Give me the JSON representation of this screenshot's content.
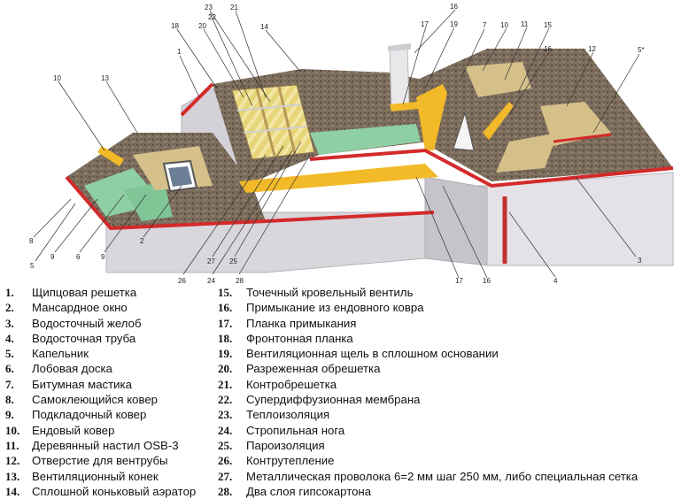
{
  "callouts": [
    "1",
    "2",
    "3",
    "4",
    "5",
    "5*",
    "6",
    "7",
    "8",
    "9",
    "9",
    "10",
    "10",
    "11",
    "12",
    "13",
    "14",
    "15",
    "16",
    "16",
    "16",
    "17",
    "17",
    "18",
    "19",
    "20",
    "21",
    "22",
    "23",
    "24",
    "25",
    "26",
    "27",
    "28"
  ],
  "legend_left": [
    {
      "num": "1.",
      "label": "Щипцовая решетка"
    },
    {
      "num": "2.",
      "label": "Мансардное окно"
    },
    {
      "num": "3.",
      "label": "Водосточный желоб"
    },
    {
      "num": "4.",
      "label": "Водосточная труба"
    },
    {
      "num": "5.",
      "label": "Капельник"
    },
    {
      "num": "6.",
      "label": "Лобовая доска"
    },
    {
      "num": "7.",
      "label": "Битумная мастика"
    },
    {
      "num": "8.",
      "label": "Самоклеющийся ковер"
    },
    {
      "num": "9.",
      "label": "Подкладочный ковер"
    },
    {
      "num": "10.",
      "label": "Ендовый ковер"
    },
    {
      "num": "11.",
      "label": "Деревянный настил OSB-3"
    },
    {
      "num": "12.",
      "label": "Отверстие для вентрубы"
    },
    {
      "num": "13.",
      "label": "Вентиляционный конек"
    },
    {
      "num": "14.",
      "label": "Сплошной коньковый аэратор"
    }
  ],
  "legend_right": [
    {
      "num": "15.",
      "label": "Точечный кровельный вентиль"
    },
    {
      "num": "16.",
      "label": "Примыкание из ендовного ковра"
    },
    {
      "num": "17.",
      "label": "Планка примыкания"
    },
    {
      "num": "18.",
      "label": "Фронтонная планка"
    },
    {
      "num": "19.",
      "label": "Вентиляционная щель в сплошном основании"
    },
    {
      "num": "20.",
      "label": "Разреженная обрешетка"
    },
    {
      "num": "21.",
      "label": "Контробрешетка"
    },
    {
      "num": "22.",
      "label": "Супердиффузионная мембрана"
    },
    {
      "num": "23.",
      "label": "Теплоизоляция"
    },
    {
      "num": "24.",
      "label": "Стропильная нога"
    },
    {
      "num": "25.",
      "label": "Пароизоляция"
    },
    {
      "num": "26.",
      "label": "Контрутепление"
    },
    {
      "num": "27.",
      "label": "Металлическая проволока 6=2 мм шаг 250 мм, либо специальная сетка"
    },
    {
      "num": "28.",
      "label": "Два слоя гипсокартона"
    }
  ]
}
